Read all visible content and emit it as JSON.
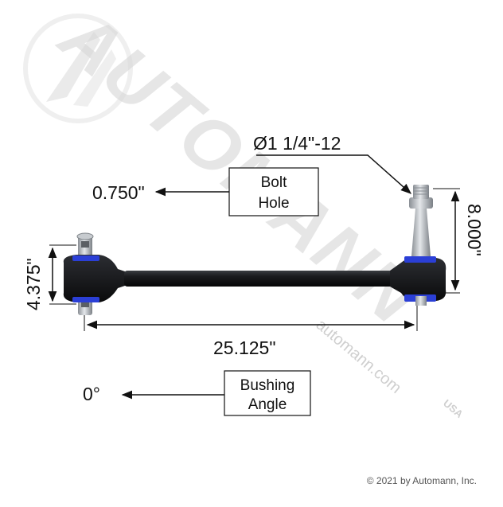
{
  "watermark": {
    "brand": "AUTOMANN",
    "url": "automann.com",
    "usa": "USA"
  },
  "labels": {
    "thread": "Ø1 1/4\"-12",
    "bolt_hole_value": "0.750\"",
    "bolt_hole_box": [
      "Bolt",
      "Hole"
    ],
    "height_left": "4.375\"",
    "height_right": "8.000\"",
    "length": "25.125\"",
    "bushing_value": "0°",
    "bushing_box": [
      "Bushing",
      "Angle"
    ]
  },
  "copyright": "© 2021 by Automann, Inc."
}
